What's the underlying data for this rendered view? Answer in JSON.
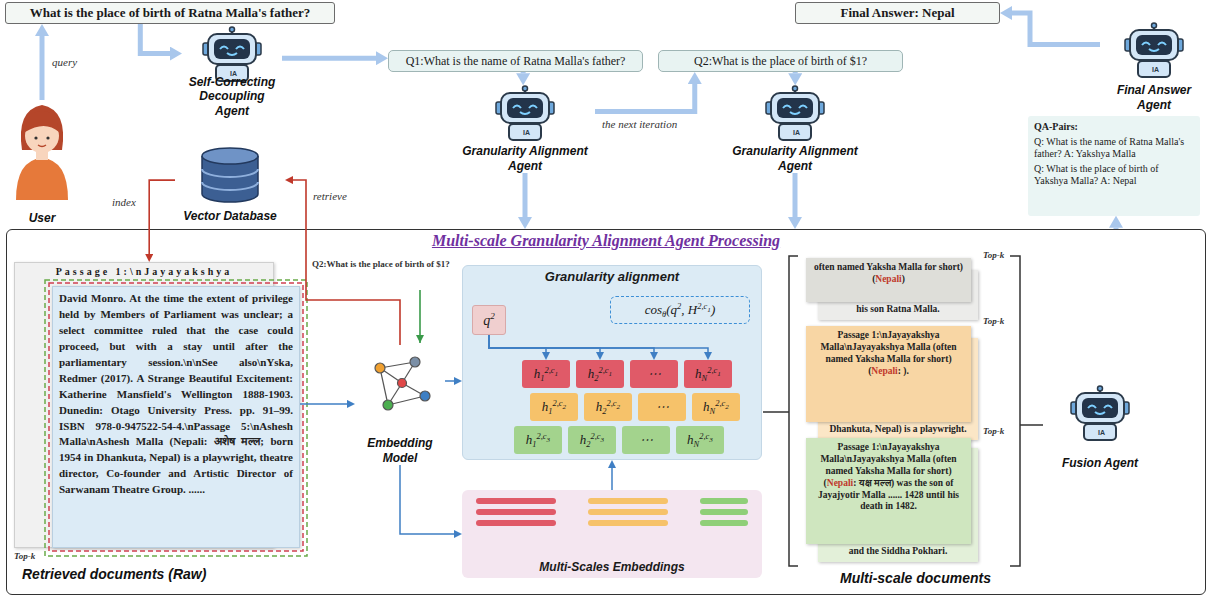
{
  "diagram": {
    "nodes": [
      {
        "text": [
          "What is the place of birth of Ratna Malla's father?"
        ]
      },
      {
        "text": [
          "User"
        ]
      },
      {
        "text": [
          "IA",
          "Self-Correcting Decoupling Agent"
        ]
      },
      {
        "text": [
          "Q1:What is the name of Ratna Malla's father?"
        ]
      },
      {
        "text": [
          "Q2:What is the place of birth of $1?"
        ]
      },
      {
        "text": [
          "IA",
          "Granularity Alignment Agent"
        ]
      },
      {
        "text": [
          "IA",
          "Granularity Alignment Agent"
        ]
      },
      {
        "text": [
          "Final Answer: Nepal"
        ]
      },
      {
        "text": [
          "IA",
          "Final Answer Agent"
        ]
      },
      {
        "text": [
          "QA-Pairs:",
          "Q: What is the name of Ratna Malla's father? A: Yakshya Malla",
          "Q: What is the place of birth of Yakshya Malla? A: Nepal"
        ]
      },
      {
        "text": [
          "Vector Database"
        ]
      },
      {
        "text": [
          "Multi-scale Granularity Alignment Agent Processing"
        ]
      },
      {
        "text": [
          "Passage 1:\\nJayayakshya"
        ],
        "in": 11
      },
      {
        "text": [
          "David Monro. At the time the extent of privilege held by Members of Parliament was unclear; a select committee ruled that the case could proceed, but with a stay until after the parliamentary session.\\n\\nSee also\\nYska, Redmer (2017). A Strange Beautiful Excitement: Katherine Mansfield's Wellington 1888-1903. Dunedin: Otago University Press. pp. 91–99. ISBN 978-0-947522-54-4.\\nPassage 5:\\nAshesh Malla\\nAshesh Malla (Nepali: अशेष मल्ल; born 1954 in Dhankuta, Nepal) is a playwright, theatre director, Co-founder and Artistic Director of Sarwanam Theatre Group. ......"
        ],
        "in": 11
      },
      {
        "text": [
          "Embedding Model"
        ],
        "in": 11
      },
      {
        "text": [
          "Granularity alignment"
        ],
        "in": 11
      },
      {
        "text": [
          "q",
          "2"
        ],
        "in": 15
      },
      {
        "text": [
          "cos",
          "θ",
          "(q",
          "2",
          ", H",
          "2,c",
          "1",
          ")"
        ],
        "in": 15
      },
      {
        "text": [
          "h",
          "1",
          "2,c",
          "1"
        ],
        "in": 15
      },
      {
        "text": [
          "h",
          "2",
          "2,c",
          "1"
        ],
        "in": 15
      },
      {
        "text": [
          "⋯"
        ],
        "in": 15
      },
      {
        "text": [
          "h",
          "N",
          "2,c",
          "1"
        ],
        "in": 15
      },
      {
        "text": [
          "h",
          "1",
          "2,c",
          "2"
        ],
        "in": 15
      },
      {
        "text": [
          "h",
          "2",
          "2,c",
          "2"
        ],
        "in": 15
      },
      {
        "text": [
          "⋯"
        ],
        "in": 15
      },
      {
        "text": [
          "h",
          "N",
          "2,c",
          "2"
        ],
        "in": 15
      },
      {
        "text": [
          "h",
          "1",
          "2,c",
          "3"
        ],
        "in": 15
      },
      {
        "text": [
          "h",
          "2",
          "2,c",
          "3"
        ],
        "in": 15
      },
      {
        "text": [
          "⋯"
        ],
        "in": 15
      },
      {
        "text": [
          "h",
          "N",
          "2,c",
          "3"
        ],
        "in": 15
      },
      {
        "text": [
          "Multi-Scales Embeddings"
        ],
        "in": 11
      },
      {
        "text": [
          "his son Ratna Malla."
        ],
        "in": 11
      },
      {
        "text": [
          "often named Yaksha Malla for short) (",
          "Nepali",
          ")"
        ],
        "in": 11
      },
      {
        "text": [
          "Dhankuta, Nepal) is a playwright."
        ],
        "in": 11
      },
      {
        "text": [
          "Passage 1:\\nJayayakshya Malla\\nJayayakshya Malla (often named Yaksha Malla for short) (",
          "Nepali",
          ": )."
        ],
        "in": 11
      },
      {
        "text": [
          "and the Siddha Pokhari."
        ],
        "in": 11
      },
      {
        "text": [
          "Passage 1:\\nJayayakshya Malla\\nJayayakshya Malla (often named Yaksha Malla for short) (",
          "Nepali",
          ": यक्ष मल्ल) was the son of Jayajyotir Malla ...... 1428 until his death in 1482."
        ],
        "in": 11
      },
      {
        "text": [
          "IA",
          "Fusion Agent"
        ],
        "in": 11
      }
    ],
    "edges": [
      {
        "from": 1,
        "to": 0,
        "arrow": "to",
        "label": "query"
      },
      {
        "from": 0,
        "to": 2,
        "arrow": "to"
      },
      {
        "from": 2,
        "to": 3,
        "arrow": "to"
      },
      {
        "from": 3,
        "to": 5,
        "arrow": "to"
      },
      {
        "from": 5,
        "to": 4,
        "arrow": "to",
        "label": "the next iteration"
      },
      {
        "from": 4,
        "to": 6,
        "arrow": "to"
      },
      {
        "from": 5,
        "to": 11,
        "arrow": "to"
      },
      {
        "from": 6,
        "to": 11,
        "arrow": "to"
      },
      {
        "from": 11,
        "to": 9,
        "arrow": "to"
      },
      {
        "from": 8,
        "to": 7,
        "arrow": "to"
      },
      {
        "from": 10,
        "to": 12,
        "arrow": "to",
        "label": "index"
      },
      {
        "from": 14,
        "to": 10,
        "arrow": "to",
        "label": "retrieve"
      },
      {
        "from": 13,
        "to": 14,
        "arrow": "to"
      },
      {
        "from": 14,
        "to": 15,
        "arrow": "to"
      },
      {
        "from": 14,
        "to": 30,
        "arrow": "to"
      },
      {
        "from": 30,
        "to": 15,
        "arrow": "to"
      },
      {
        "from": 16,
        "to": 18,
        "arrow": "to"
      },
      {
        "from": 16,
        "to": 19,
        "arrow": "to"
      },
      {
        "from": 16,
        "to": 20,
        "arrow": "to"
      },
      {
        "from": 16,
        "to": 21,
        "arrow": "to"
      }
    ],
    "labels": [
      "Q2:What is the place of birth of $1?",
      "Top-k",
      "Top-k",
      "Top-k",
      "Top-k",
      "Retrieved documents (Raw)",
      "Multi-scale documents"
    ]
  }
}
